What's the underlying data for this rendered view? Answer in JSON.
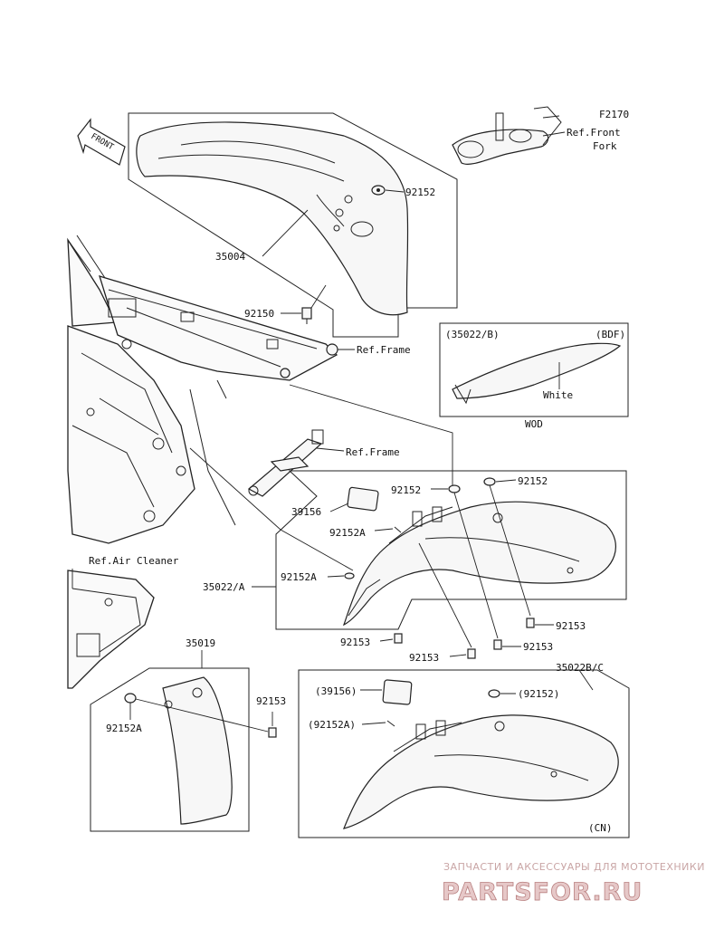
{
  "diagram": {
    "code": "F2170",
    "labels": {
      "front": "FRONT",
      "ref_front_fork_1": "Ref.Front",
      "ref_front_fork_2": "Fork",
      "p92152_top": "92152",
      "p35004": "35004",
      "p92150": "92150",
      "ref_frame_1": "Ref.Frame",
      "variant_b_code": "(35022/B)",
      "variant_b_country": "(BDF)",
      "variant_b_color": "White",
      "variant_b_market": "WOD",
      "ref_frame_2": "Ref.Frame",
      "p92152_mid_a": "92152",
      "p92152_mid_b": "92152",
      "p39156": "39156",
      "p92152a_upper": "92152A",
      "p92152a_lower": "92152A",
      "p35022a": "35022/A",
      "p92153_a": "92153",
      "p92153_b": "92153",
      "p92153_c": "92153",
      "p92153_d": "92153",
      "ref_air_cleaner": "Ref.Air Cleaner",
      "p35019": "35019",
      "p92153_e": "92153",
      "p92152a_left": "92152A",
      "p35022bc": "35022B/C",
      "p39156_paren": "(39156)",
      "p92152_paren": "(92152)",
      "p92152a_paren": "(92152A)",
      "cn": "(CN)"
    }
  },
  "watermark": {
    "top_line": "ЗАПЧАСТИ И АКСЕССУАРЫ ДЛЯ МОТОТЕХНИКИ",
    "brand": "PARTSFOR.RU"
  }
}
